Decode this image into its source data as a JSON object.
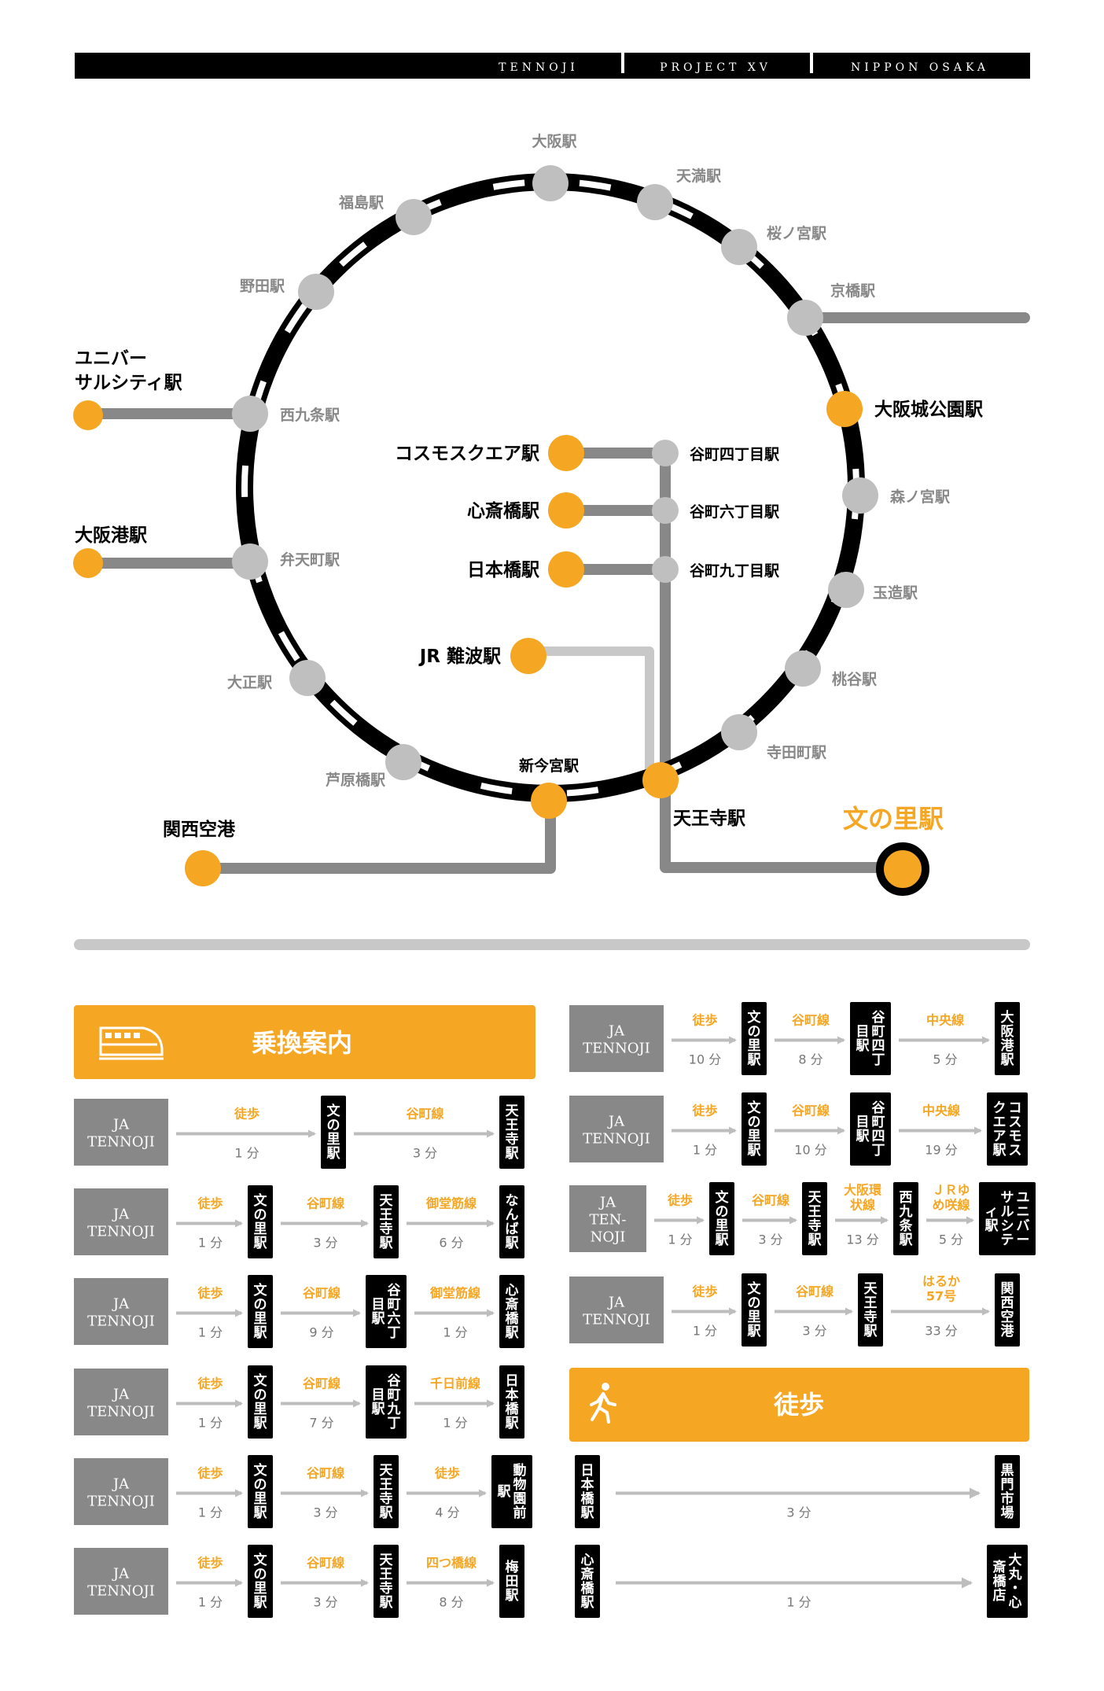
{
  "header": {
    "items": [
      "TENNOJI",
      "PROJECT XV",
      "NIPPON OSAKA"
    ]
  },
  "colors": {
    "orange": "#F5A623",
    "gray": "#888888",
    "light_gray": "#C8C8C8",
    "black": "#000000",
    "station_gray": "#BFBFBF"
  },
  "map": {
    "loop_stations": {
      "osaka": "大阪駅",
      "tenma": "天満駅",
      "sakuranomiya": "桜ノ宮駅",
      "kyobashi": "京橋駅",
      "osakajokoen": "大阪城公園駅",
      "morinomiya": "森ノ宮駅",
      "tamatsukuri": "玉造駅",
      "momodani": "桃谷駅",
      "teradacho": "寺田町駅",
      "tennoji": "天王寺駅",
      "shinimamiya": "新今宮駅",
      "ashiharabashi": "芦原橋駅",
      "taisho": "大正駅",
      "bentencho": "弁天町駅",
      "nishikujo": "西九条駅",
      "noda": "野田駅",
      "fukushima": "福島駅"
    },
    "tanimachi_stations": {
      "yonchome": "谷町四丁目駅",
      "rokuchome": "谷町六丁目駅",
      "kyuchome": "谷町九丁目駅"
    },
    "branch_stations": {
      "cosmo": "コスモスクエア駅",
      "shinsaibashi": "心斎橋駅",
      "nipponbashi": "日本橋駅",
      "jrnamba": "JR 難波駅",
      "usj_line1": "ユニバー",
      "usj_line2": "サルシティ駅",
      "osakako": "大阪港駅",
      "kansai": "関西空港",
      "fuminosato": "文の里駅"
    }
  },
  "transfer": {
    "title": "乗換案内",
    "icon": "train-icon",
    "origin_label": "JA TENNOJI",
    "routes": [
      {
        "legs": [
          {
            "line": "徒歩",
            "time": "1 分"
          },
          {
            "line": "谷町線",
            "time": "3 分"
          }
        ],
        "stations": [
          "文の里駅",
          "天王寺駅"
        ]
      },
      {
        "legs": [
          {
            "line": "徒歩",
            "time": "1 分"
          },
          {
            "line": "谷町線",
            "time": "3 分"
          },
          {
            "line": "御堂筋線",
            "time": "6 分"
          }
        ],
        "stations": [
          "文の里駅",
          "天王寺駅",
          "なんば駅"
        ]
      },
      {
        "legs": [
          {
            "line": "徒歩",
            "time": "1 分"
          },
          {
            "line": "谷町線",
            "time": "9 分"
          },
          {
            "line": "御堂筋線",
            "time": "1 分"
          }
        ],
        "stations": [
          "文の里駅",
          "谷町六丁目駅",
          "心斎橋駅"
        ]
      },
      {
        "legs": [
          {
            "line": "徒歩",
            "time": "1 分"
          },
          {
            "line": "谷町線",
            "time": "7 分"
          },
          {
            "line": "千日前線",
            "time": "1 分"
          }
        ],
        "stations": [
          "文の里駅",
          "谷町九丁目駅",
          "日本橋駅"
        ]
      },
      {
        "legs": [
          {
            "line": "徒歩",
            "time": "1 分"
          },
          {
            "line": "谷町線",
            "time": "3 分"
          },
          {
            "line": "徒歩",
            "time": "4 分"
          }
        ],
        "stations": [
          "文の里駅",
          "天王寺駅",
          "動物園前駅"
        ]
      },
      {
        "legs": [
          {
            "line": "徒歩",
            "time": "1 分"
          },
          {
            "line": "谷町線",
            "time": "3 分"
          },
          {
            "line": "四つ橋線",
            "time": "8 分"
          }
        ],
        "stations": [
          "文の里駅",
          "天王寺駅",
          "梅田駅"
        ]
      },
      {
        "legs": [
          {
            "line": "徒歩",
            "time": "10 分"
          },
          {
            "line": "谷町線",
            "time": "8 分"
          },
          {
            "line": "中央線",
            "time": "5 分"
          }
        ],
        "stations": [
          "文の里駅",
          "谷町四丁目駅",
          "大阪港駅"
        ]
      },
      {
        "legs": [
          {
            "line": "徒歩",
            "time": "1 分"
          },
          {
            "line": "谷町線",
            "time": "10 分"
          },
          {
            "line": "中央線",
            "time": "19 分"
          }
        ],
        "stations": [
          "文の里駅",
          "谷町四丁目駅",
          "コスモスクエア駅"
        ]
      },
      {
        "origin": "JA TEN- NOJI",
        "legs": [
          {
            "line": "徒歩",
            "time": "1 分"
          },
          {
            "line": "谷町線",
            "time": "3 分"
          },
          {
            "line": "大阪環状線",
            "time": "13 分"
          },
          {
            "line": "ＪＲゆめ咲線",
            "time": "5 分"
          }
        ],
        "stations": [
          "文の里駅",
          "天王寺駅",
          "西九条駅",
          "ユニバーサルシティ駅"
        ]
      },
      {
        "legs": [
          {
            "line": "徒歩",
            "time": "1 分"
          },
          {
            "line": "谷町線",
            "time": "3 分"
          },
          {
            "line": "はるか57号",
            "time": "33 分"
          }
        ],
        "stations": [
          "文の里駅",
          "天王寺駅",
          "関西空港"
        ]
      }
    ]
  },
  "walk": {
    "title": "徒歩",
    "icon": "walking-person-icon",
    "routes": [
      {
        "from": "日本橋駅",
        "to": "黒門市場",
        "time": "3 分"
      },
      {
        "from": "心斎橋駅",
        "to": "大丸・心斎橋店",
        "time": "1 分"
      }
    ]
  }
}
